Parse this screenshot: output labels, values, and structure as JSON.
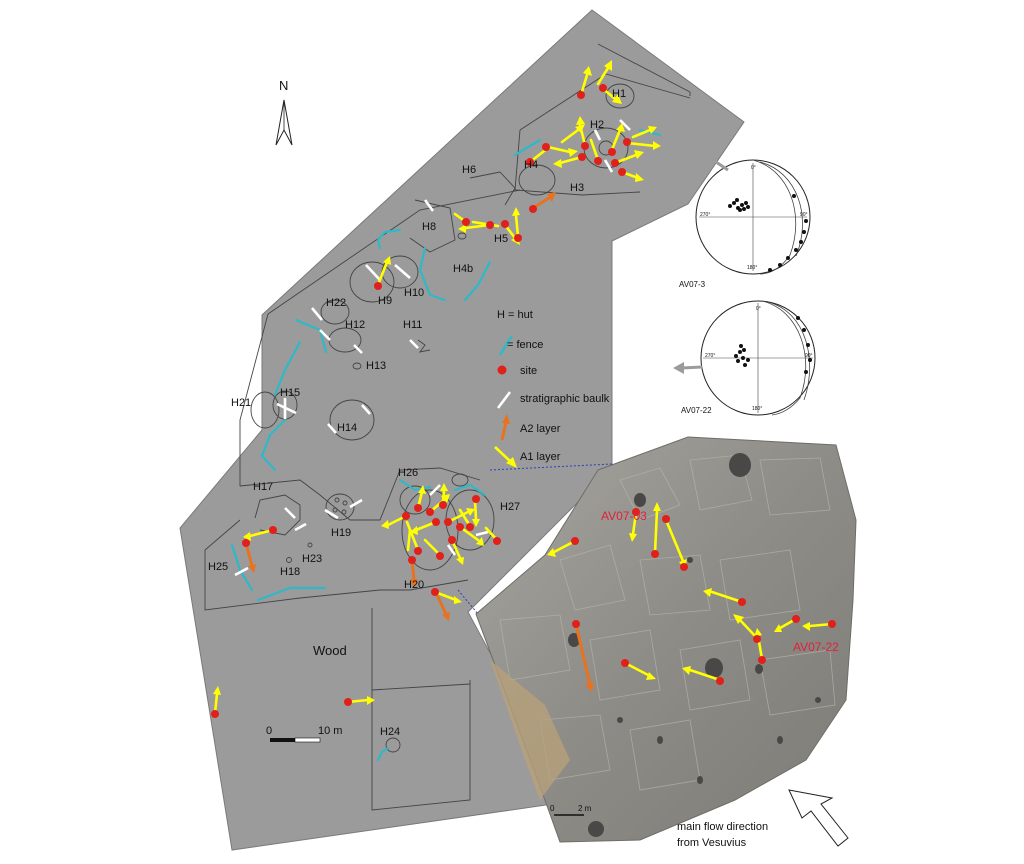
{
  "north": "N",
  "huts": [
    "H1",
    "H2",
    "H3",
    "H4",
    "H5",
    "H6",
    "H8",
    "H4b",
    "H9",
    "H10",
    "H11",
    "H12",
    "H13",
    "H14",
    "H15",
    "H17",
    "H18",
    "H19",
    "H20",
    "H21",
    "H22",
    "H23",
    "H24",
    "H25",
    "H26",
    "H27"
  ],
  "legend": {
    "hut": "H  =  hut",
    "fence": "=  fence",
    "site": "site",
    "baulk": "stratigraphic baulk",
    "a2": "A2 layer",
    "a1": "A1 layer"
  },
  "wood": "Wood",
  "scale_main": {
    "start": "0",
    "end": "10 m"
  },
  "scale_photo": {
    "start": "0",
    "end": "2 m"
  },
  "site_labels": {
    "av0703": "AV07-03",
    "av0722": "AV07-22"
  },
  "stereonets": [
    {
      "label": "AV07-3",
      "north": "0°",
      "east": "90°",
      "south": "180°",
      "west": "270°"
    },
    {
      "label": "AV07-22",
      "north": "0°",
      "east": "90°",
      "south": "180°",
      "west": "270°"
    }
  ],
  "flow": {
    "line1": "main flow direction",
    "line2": "from Vesuvius"
  },
  "colors": {
    "site": "#e0201a",
    "a1": "#ffff00",
    "a2": "#e8731f",
    "fence": "#2fb8c8",
    "area": "#9b9b9b",
    "red_label": "#e0203a"
  }
}
